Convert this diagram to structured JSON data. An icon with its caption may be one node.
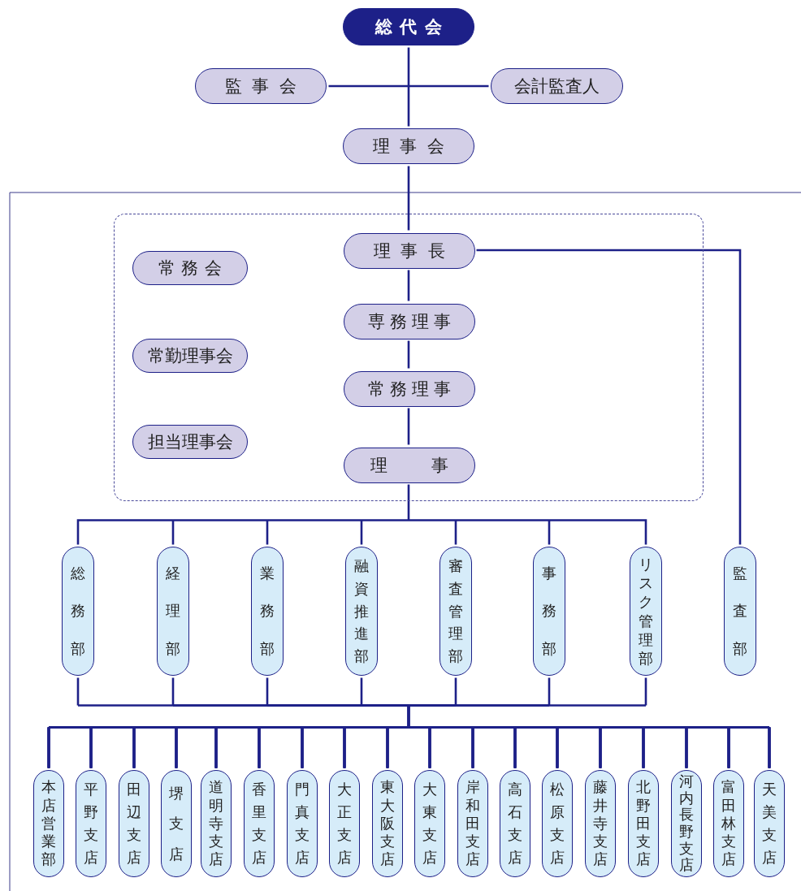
{
  "diagram": {
    "nodes": [
      {
        "text": [
          "総代会"
        ]
      },
      {
        "text": [
          "監事会"
        ]
      },
      {
        "text": [
          "会計監査人"
        ]
      },
      {
        "text": [
          "理事会"
        ]
      },
      {
        "text": [],
        "shape": "box"
      },
      {
        "text": [
          "理事長"
        ],
        "in": 4
      },
      {
        "text": [
          "常務会"
        ],
        "in": 4
      },
      {
        "text": [
          "専務理事"
        ],
        "in": 4
      },
      {
        "text": [
          "常勤理事会"
        ],
        "in": 4
      },
      {
        "text": [
          "常務理事"
        ],
        "in": 4
      },
      {
        "text": [
          "担当理事会"
        ],
        "in": 4
      },
      {
        "text": [
          "理事"
        ],
        "in": 4
      },
      {
        "text": [
          "総務部"
        ]
      },
      {
        "text": [
          "経理部"
        ]
      },
      {
        "text": [
          "業務部"
        ]
      },
      {
        "text": [
          "融資推進部"
        ]
      },
      {
        "text": [
          "審査管理部"
        ]
      },
      {
        "text": [
          "事務部"
        ]
      },
      {
        "text": [
          "リスク管理部"
        ]
      },
      {
        "text": [
          "監査部"
        ]
      },
      {
        "text": [
          "本店営業部"
        ]
      },
      {
        "text": [
          "平野支店"
        ]
      },
      {
        "text": [
          "田辺支店"
        ]
      },
      {
        "text": [
          "堺支店"
        ]
      },
      {
        "text": [
          "道明寺支店"
        ]
      },
      {
        "text": [
          "香里支店"
        ]
      },
      {
        "text": [
          "門真支店"
        ]
      },
      {
        "text": [
          "大正支店"
        ]
      },
      {
        "text": [
          "東大阪支店"
        ]
      },
      {
        "text": [
          "大東支店"
        ]
      },
      {
        "text": [
          "岸和田支店"
        ]
      },
      {
        "text": [
          "高石支店"
        ]
      },
      {
        "text": [
          "松原支店"
        ]
      },
      {
        "text": [
          "藤井寺支店"
        ]
      },
      {
        "text": [
          "北野田支店"
        ]
      },
      {
        "text": [
          "河内長野支店"
        ]
      },
      {
        "text": [
          "富田林支店"
        ]
      },
      {
        "text": [
          "天美支店"
        ]
      }
    ],
    "edges": [
      {
        "from": 0,
        "to": 1,
        "arrow": "none"
      },
      {
        "from": 0,
        "to": 2,
        "arrow": "none"
      },
      {
        "from": 0,
        "to": 3,
        "arrow": "none"
      },
      {
        "from": 3,
        "to": 5,
        "arrow": "none"
      },
      {
        "from": 5,
        "to": 7,
        "arrow": "none"
      },
      {
        "from": 7,
        "to": 9,
        "arrow": "none"
      },
      {
        "from": 9,
        "to": 11,
        "arrow": "none"
      },
      {
        "from": 5,
        "to": 19,
        "arrow": "none"
      },
      {
        "from": 11,
        "to": 12,
        "arrow": "none"
      },
      {
        "from": 11,
        "to": 13,
        "arrow": "none"
      },
      {
        "from": 11,
        "to": 14,
        "arrow": "none"
      },
      {
        "from": 11,
        "to": 15,
        "arrow": "none"
      },
      {
        "from": 11,
        "to": 16,
        "arrow": "none"
      },
      {
        "from": 11,
        "to": 17,
        "arrow": "none"
      },
      {
        "from": 11,
        "to": 18,
        "arrow": "none"
      },
      {
        "from": 12,
        "to": 20,
        "arrow": "none"
      },
      {
        "from": 12,
        "to": 21,
        "arrow": "none"
      },
      {
        "from": 12,
        "to": 22,
        "arrow": "none"
      },
      {
        "from": 12,
        "to": 23,
        "arrow": "none"
      },
      {
        "from": 12,
        "to": 24,
        "arrow": "none"
      },
      {
        "from": 12,
        "to": 25,
        "arrow": "none"
      },
      {
        "from": 12,
        "to": 26,
        "arrow": "none"
      },
      {
        "from": 12,
        "to": 27,
        "arrow": "none"
      },
      {
        "from": 12,
        "to": 28,
        "arrow": "none"
      },
      {
        "from": 12,
        "to": 29,
        "arrow": "none"
      },
      {
        "from": 12,
        "to": 30,
        "arrow": "none"
      },
      {
        "from": 12,
        "to": 31,
        "arrow": "none"
      },
      {
        "from": 12,
        "to": 32,
        "arrow": "none"
      },
      {
        "from": 12,
        "to": 33,
        "arrow": "none"
      },
      {
        "from": 12,
        "to": 34,
        "arrow": "none"
      },
      {
        "from": 12,
        "to": 35,
        "arrow": "none"
      },
      {
        "from": 12,
        "to": 36,
        "arrow": "none"
      },
      {
        "from": 12,
        "to": 37,
        "arrow": "none"
      },
      {
        "from": 13,
        "to": 20,
        "arrow": "none"
      },
      {
        "from": 13,
        "to": 21,
        "arrow": "none"
      },
      {
        "from": 13,
        "to": 22,
        "arrow": "none"
      },
      {
        "from": 13,
        "to": 23,
        "arrow": "none"
      },
      {
        "from": 13,
        "to": 24,
        "arrow": "none"
      },
      {
        "from": 13,
        "to": 25,
        "arrow": "none"
      },
      {
        "from": 13,
        "to": 26,
        "arrow": "none"
      },
      {
        "from": 13,
        "to": 27,
        "arrow": "none"
      },
      {
        "from": 13,
        "to": 28,
        "arrow": "none"
      },
      {
        "from": 13,
        "to": 29,
        "arrow": "none"
      },
      {
        "from": 13,
        "to": 30,
        "arrow": "none"
      },
      {
        "from": 13,
        "to": 31,
        "arrow": "none"
      },
      {
        "from": 13,
        "to": 32,
        "arrow": "none"
      },
      {
        "from": 13,
        "to": 33,
        "arrow": "none"
      },
      {
        "from": 13,
        "to": 34,
        "arrow": "none"
      },
      {
        "from": 13,
        "to": 35,
        "arrow": "none"
      },
      {
        "from": 13,
        "to": 36,
        "arrow": "none"
      },
      {
        "from": 13,
        "to": 37,
        "arrow": "none"
      },
      {
        "from": 14,
        "to": 20,
        "arrow": "none"
      },
      {
        "from": 14,
        "to": 21,
        "arrow": "none"
      },
      {
        "from": 14,
        "to": 22,
        "arrow": "none"
      },
      {
        "from": 14,
        "to": 23,
        "arrow": "none"
      },
      {
        "from": 14,
        "to": 24,
        "arrow": "none"
      },
      {
        "from": 14,
        "to": 25,
        "arrow": "none"
      },
      {
        "from": 14,
        "to": 26,
        "arrow": "none"
      },
      {
        "from": 14,
        "to": 27,
        "arrow": "none"
      },
      {
        "from": 14,
        "to": 28,
        "arrow": "none"
      },
      {
        "from": 14,
        "to": 29,
        "arrow": "none"
      },
      {
        "from": 14,
        "to": 30,
        "arrow": "none"
      },
      {
        "from": 14,
        "to": 31,
        "arrow": "none"
      },
      {
        "from": 14,
        "to": 32,
        "arrow": "none"
      },
      {
        "from": 14,
        "to": 33,
        "arrow": "none"
      },
      {
        "from": 14,
        "to": 34,
        "arrow": "none"
      },
      {
        "from": 14,
        "to": 35,
        "arrow": "none"
      },
      {
        "from": 14,
        "to": 36,
        "arrow": "none"
      },
      {
        "from": 14,
        "to": 37,
        "arrow": "none"
      },
      {
        "from": 15,
        "to": 20,
        "arrow": "none"
      },
      {
        "from": 15,
        "to": 21,
        "arrow": "none"
      },
      {
        "from": 15,
        "to": 22,
        "arrow": "none"
      },
      {
        "from": 15,
        "to": 23,
        "arrow": "none"
      },
      {
        "from": 15,
        "to": 24,
        "arrow": "none"
      },
      {
        "from": 15,
        "to": 25,
        "arrow": "none"
      },
      {
        "from": 15,
        "to": 26,
        "arrow": "none"
      },
      {
        "from": 15,
        "to": 27,
        "arrow": "none"
      },
      {
        "from": 15,
        "to": 28,
        "arrow": "none"
      },
      {
        "from": 15,
        "to": 29,
        "arrow": "none"
      },
      {
        "from": 15,
        "to": 30,
        "arrow": "none"
      },
      {
        "from": 15,
        "to": 31,
        "arrow": "none"
      },
      {
        "from": 15,
        "to": 32,
        "arrow": "none"
      },
      {
        "from": 15,
        "to": 33,
        "arrow": "none"
      },
      {
        "from": 15,
        "to": 34,
        "arrow": "none"
      },
      {
        "from": 15,
        "to": 35,
        "arrow": "none"
      },
      {
        "from": 15,
        "to": 36,
        "arrow": "none"
      },
      {
        "from": 15,
        "to": 37,
        "arrow": "none"
      },
      {
        "from": 16,
        "to": 20,
        "arrow": "none"
      },
      {
        "from": 16,
        "to": 21,
        "arrow": "none"
      },
      {
        "from": 16,
        "to": 22,
        "arrow": "none"
      },
      {
        "from": 16,
        "to": 23,
        "arrow": "none"
      },
      {
        "from": 16,
        "to": 24,
        "arrow": "none"
      },
      {
        "from": 16,
        "to": 25,
        "arrow": "none"
      },
      {
        "from": 16,
        "to": 26,
        "arrow": "none"
      },
      {
        "from": 16,
        "to": 27,
        "arrow": "none"
      },
      {
        "from": 16,
        "to": 28,
        "arrow": "none"
      },
      {
        "from": 16,
        "to": 29,
        "arrow": "none"
      },
      {
        "from": 16,
        "to": 30,
        "arrow": "none"
      },
      {
        "from": 16,
        "to": 31,
        "arrow": "none"
      },
      {
        "from": 16,
        "to": 32,
        "arrow": "none"
      },
      {
        "from": 16,
        "to": 33,
        "arrow": "none"
      },
      {
        "from": 16,
        "to": 34,
        "arrow": "none"
      },
      {
        "from": 16,
        "to": 35,
        "arrow": "none"
      },
      {
        "from": 16,
        "to": 36,
        "arrow": "none"
      },
      {
        "from": 16,
        "to": 37,
        "arrow": "none"
      },
      {
        "from": 17,
        "to": 20,
        "arrow": "none"
      },
      {
        "from": 17,
        "to": 21,
        "arrow": "none"
      },
      {
        "from": 17,
        "to": 22,
        "arrow": "none"
      },
      {
        "from": 17,
        "to": 23,
        "arrow": "none"
      },
      {
        "from": 17,
        "to": 24,
        "arrow": "none"
      },
      {
        "from": 17,
        "to": 25,
        "arrow": "none"
      },
      {
        "from": 17,
        "to": 26,
        "arrow": "none"
      },
      {
        "from": 17,
        "to": 27,
        "arrow": "none"
      },
      {
        "from": 17,
        "to": 28,
        "arrow": "none"
      },
      {
        "from": 17,
        "to": 29,
        "arrow": "none"
      },
      {
        "from": 17,
        "to": 30,
        "arrow": "none"
      },
      {
        "from": 17,
        "to": 31,
        "arrow": "none"
      },
      {
        "from": 17,
        "to": 32,
        "arrow": "none"
      },
      {
        "from": 17,
        "to": 33,
        "arrow": "none"
      },
      {
        "from": 17,
        "to": 34,
        "arrow": "none"
      },
      {
        "from": 17,
        "to": 35,
        "arrow": "none"
      },
      {
        "from": 17,
        "to": 36,
        "arrow": "none"
      },
      {
        "from": 17,
        "to": 37,
        "arrow": "none"
      },
      {
        "from": 18,
        "to": 20,
        "arrow": "none"
      },
      {
        "from": 18,
        "to": 21,
        "arrow": "none"
      },
      {
        "from": 18,
        "to": 22,
        "arrow": "none"
      },
      {
        "from": 18,
        "to": 23,
        "arrow": "none"
      },
      {
        "from": 18,
        "to": 24,
        "arrow": "none"
      },
      {
        "from": 18,
        "to": 25,
        "arrow": "none"
      },
      {
        "from": 18,
        "to": 26,
        "arrow": "none"
      },
      {
        "from": 18,
        "to": 27,
        "arrow": "none"
      },
      {
        "from": 18,
        "to": 28,
        "arrow": "none"
      },
      {
        "from": 18,
        "to": 29,
        "arrow": "none"
      },
      {
        "from": 18,
        "to": 30,
        "arrow": "none"
      },
      {
        "from": 18,
        "to": 31,
        "arrow": "none"
      },
      {
        "from": 18,
        "to": 32,
        "arrow": "none"
      },
      {
        "from": 18,
        "to": 33,
        "arrow": "none"
      },
      {
        "from": 18,
        "to": 34,
        "arrow": "none"
      },
      {
        "from": 18,
        "to": 35,
        "arrow": "none"
      },
      {
        "from": 18,
        "to": 36,
        "arrow": "none"
      },
      {
        "from": 18,
        "to": 37,
        "arrow": "none"
      }
    ]
  }
}
